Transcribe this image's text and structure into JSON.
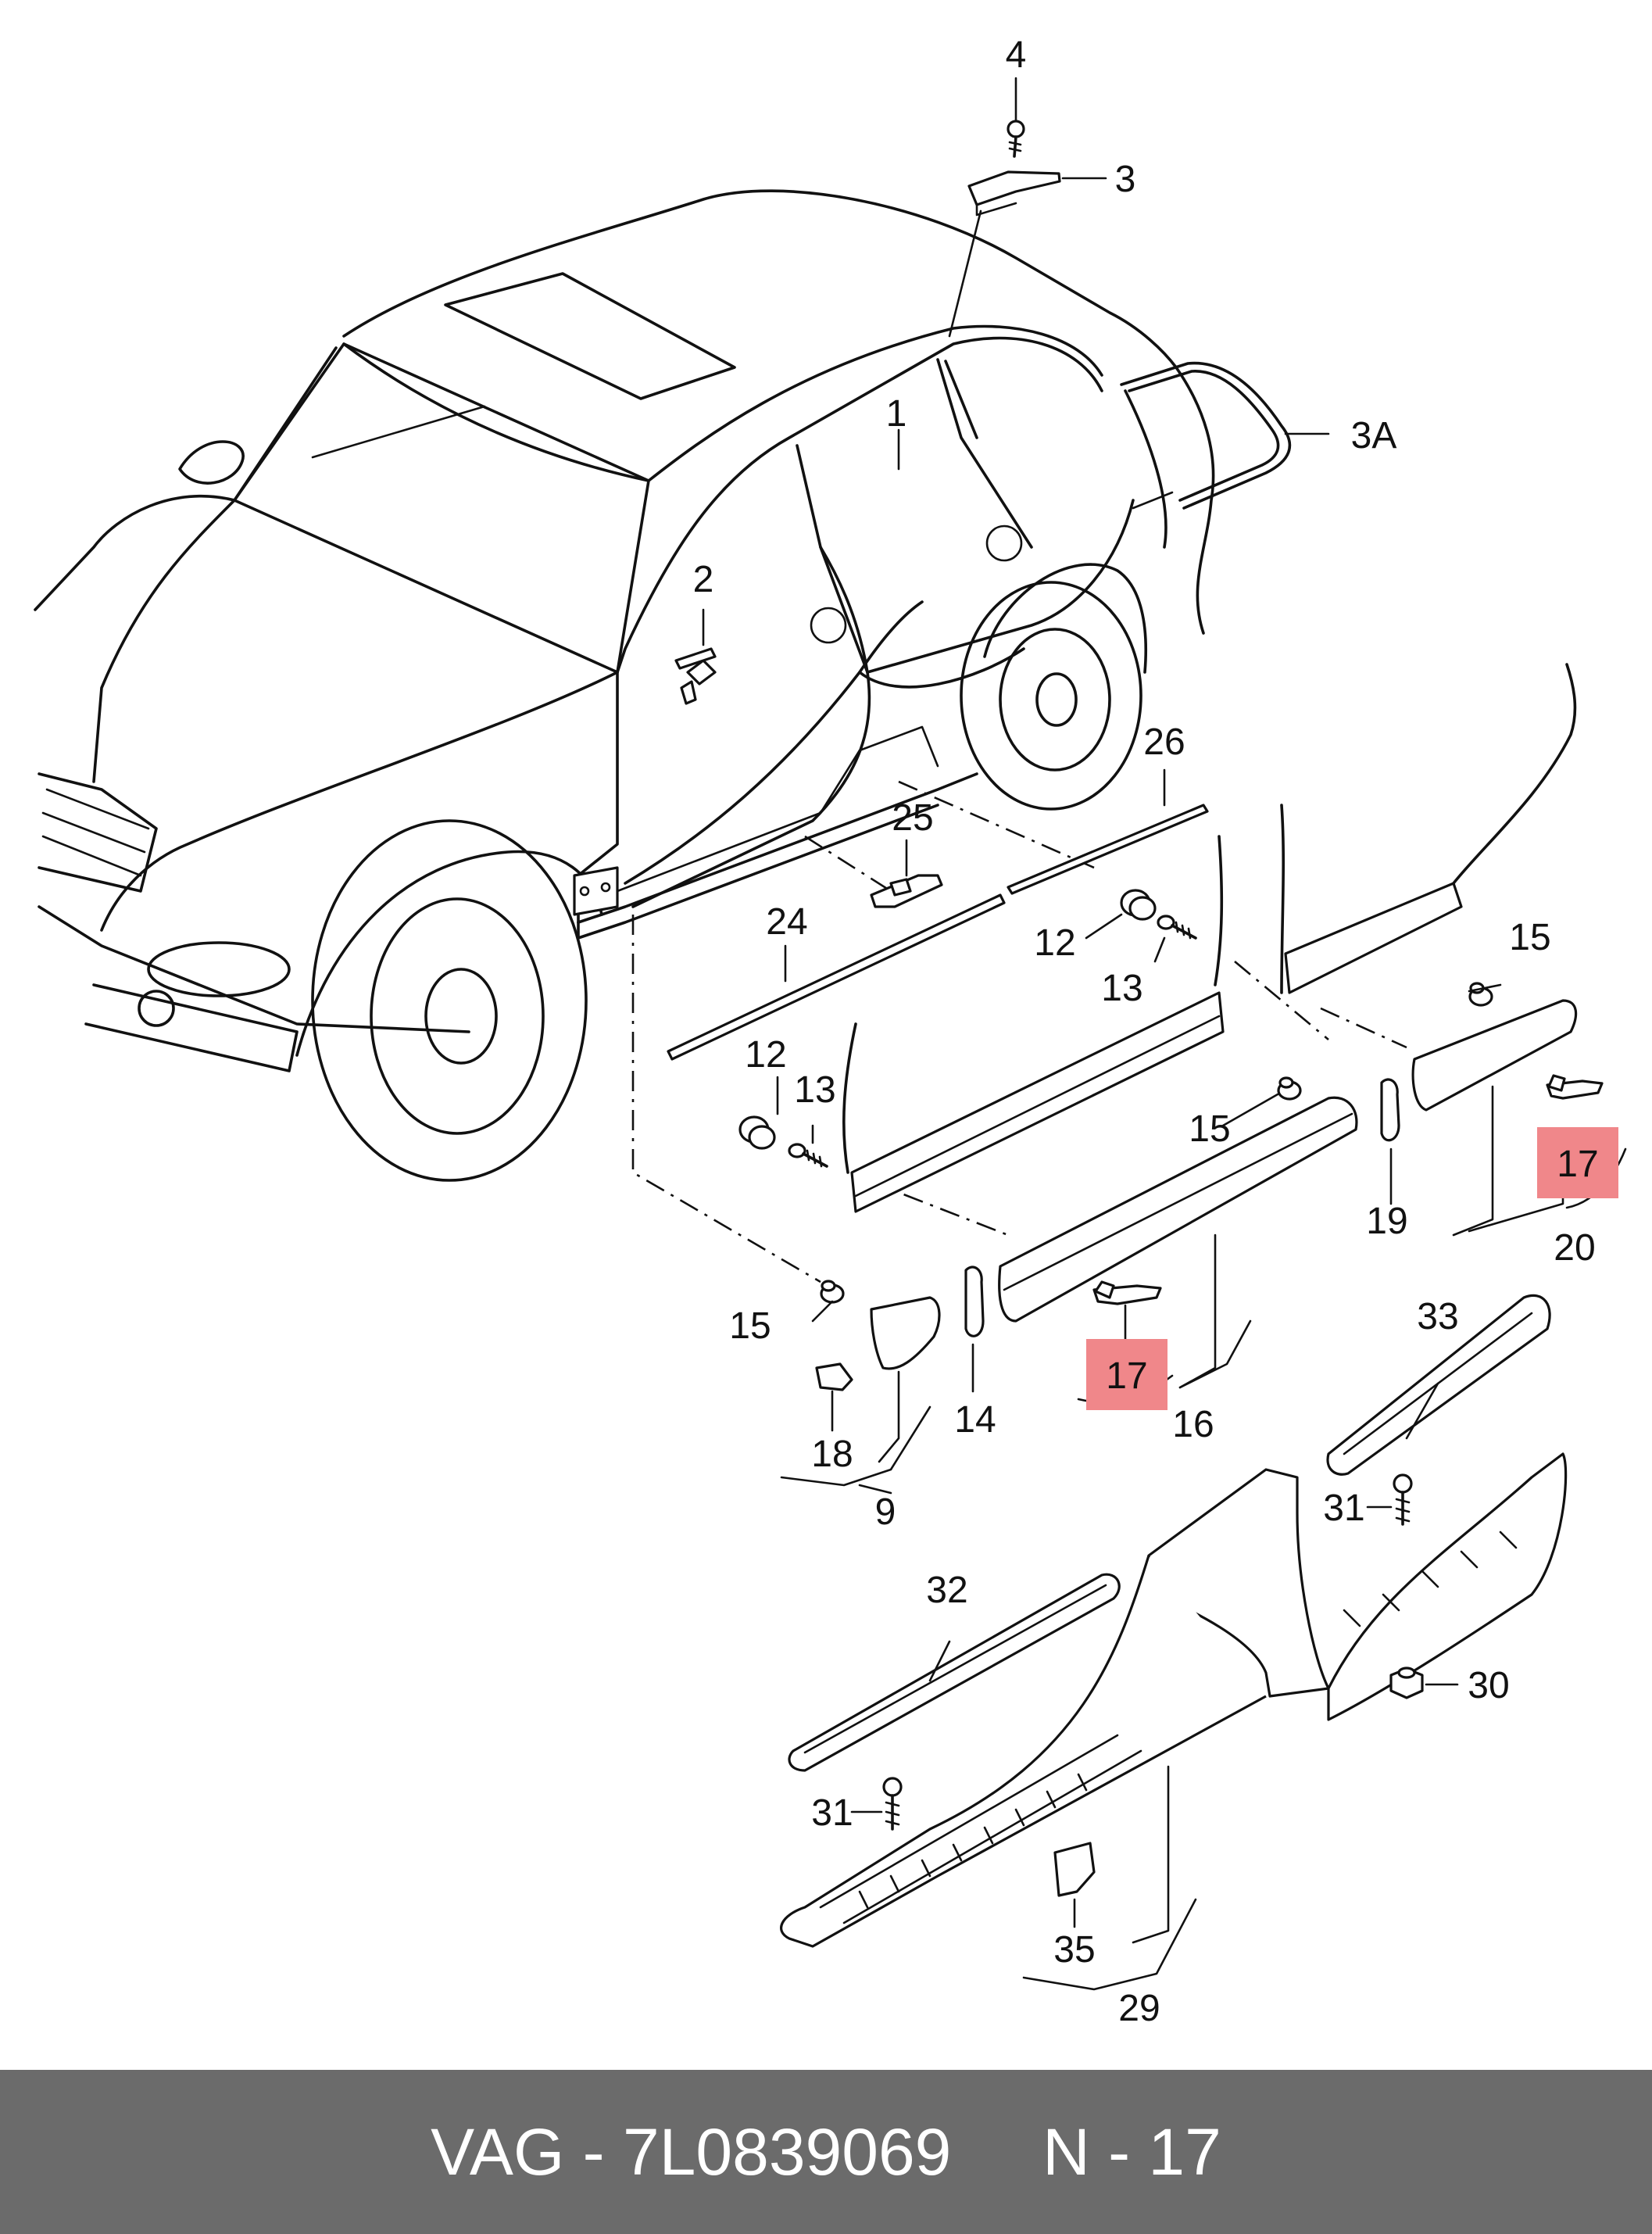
{
  "callouts": {
    "c4": "4",
    "c3": "3",
    "c3a": "3A",
    "c1": "1",
    "c2": "2",
    "c26": "26",
    "c25": "25",
    "c24": "24",
    "c12a": "12",
    "c13a": "13",
    "c12b": "12",
    "c13b": "13",
    "c15a": "15",
    "c15b": "15",
    "c15c": "15",
    "c17a": "17",
    "c17b": "17",
    "c20": "20",
    "c19": "19",
    "c16": "16",
    "c14": "14",
    "c18": "18",
    "c9": "9",
    "c33": "33",
    "c31a": "31",
    "c31b": "31",
    "c30": "30",
    "c32": "32",
    "c35": "35",
    "c29": "29"
  },
  "highlight_color": "#f0878a",
  "footer": {
    "brand": "VAG",
    "part_number": "7L0839069",
    "position": "N - 17",
    "text": "VAG - 7L0839069     N - 17"
  }
}
